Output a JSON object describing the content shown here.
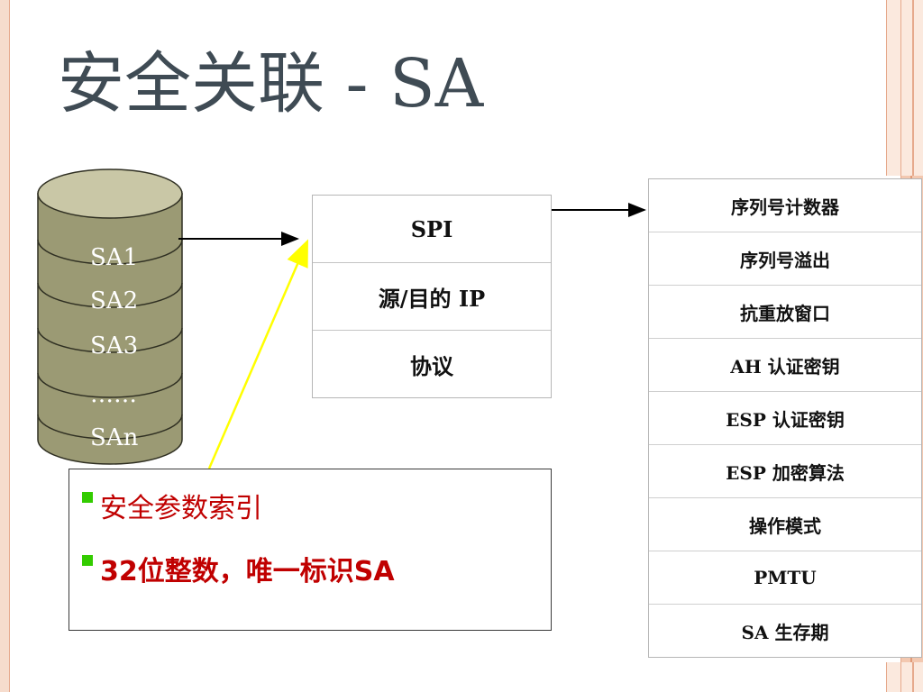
{
  "title": "安全关联 - SA",
  "database": {
    "labels": [
      "SA1",
      "SA2",
      "SA3",
      "……",
      "SAn"
    ]
  },
  "sa_structure": {
    "fields": [
      "SPI",
      "源/目的 IP",
      "协议"
    ]
  },
  "sa_parameters": {
    "items": [
      "序列号计数器",
      "序列号溢出",
      "抗重放窗口",
      "AH 认证密钥",
      "ESP 认证密钥",
      "ESP 加密算法",
      "操作模式",
      "PMTU",
      "SA 生存期"
    ]
  },
  "note": {
    "lines": [
      "安全参数索引",
      "32位整数，唯一标识SA"
    ]
  },
  "colors": {
    "cylinder_fill": "#9b9a74",
    "cylinder_top": "#c9c7a6",
    "note_text": "#c00000",
    "bullet": "#33cc00",
    "pointer_arrow": "#ffff00",
    "title": "#3f4b54"
  }
}
